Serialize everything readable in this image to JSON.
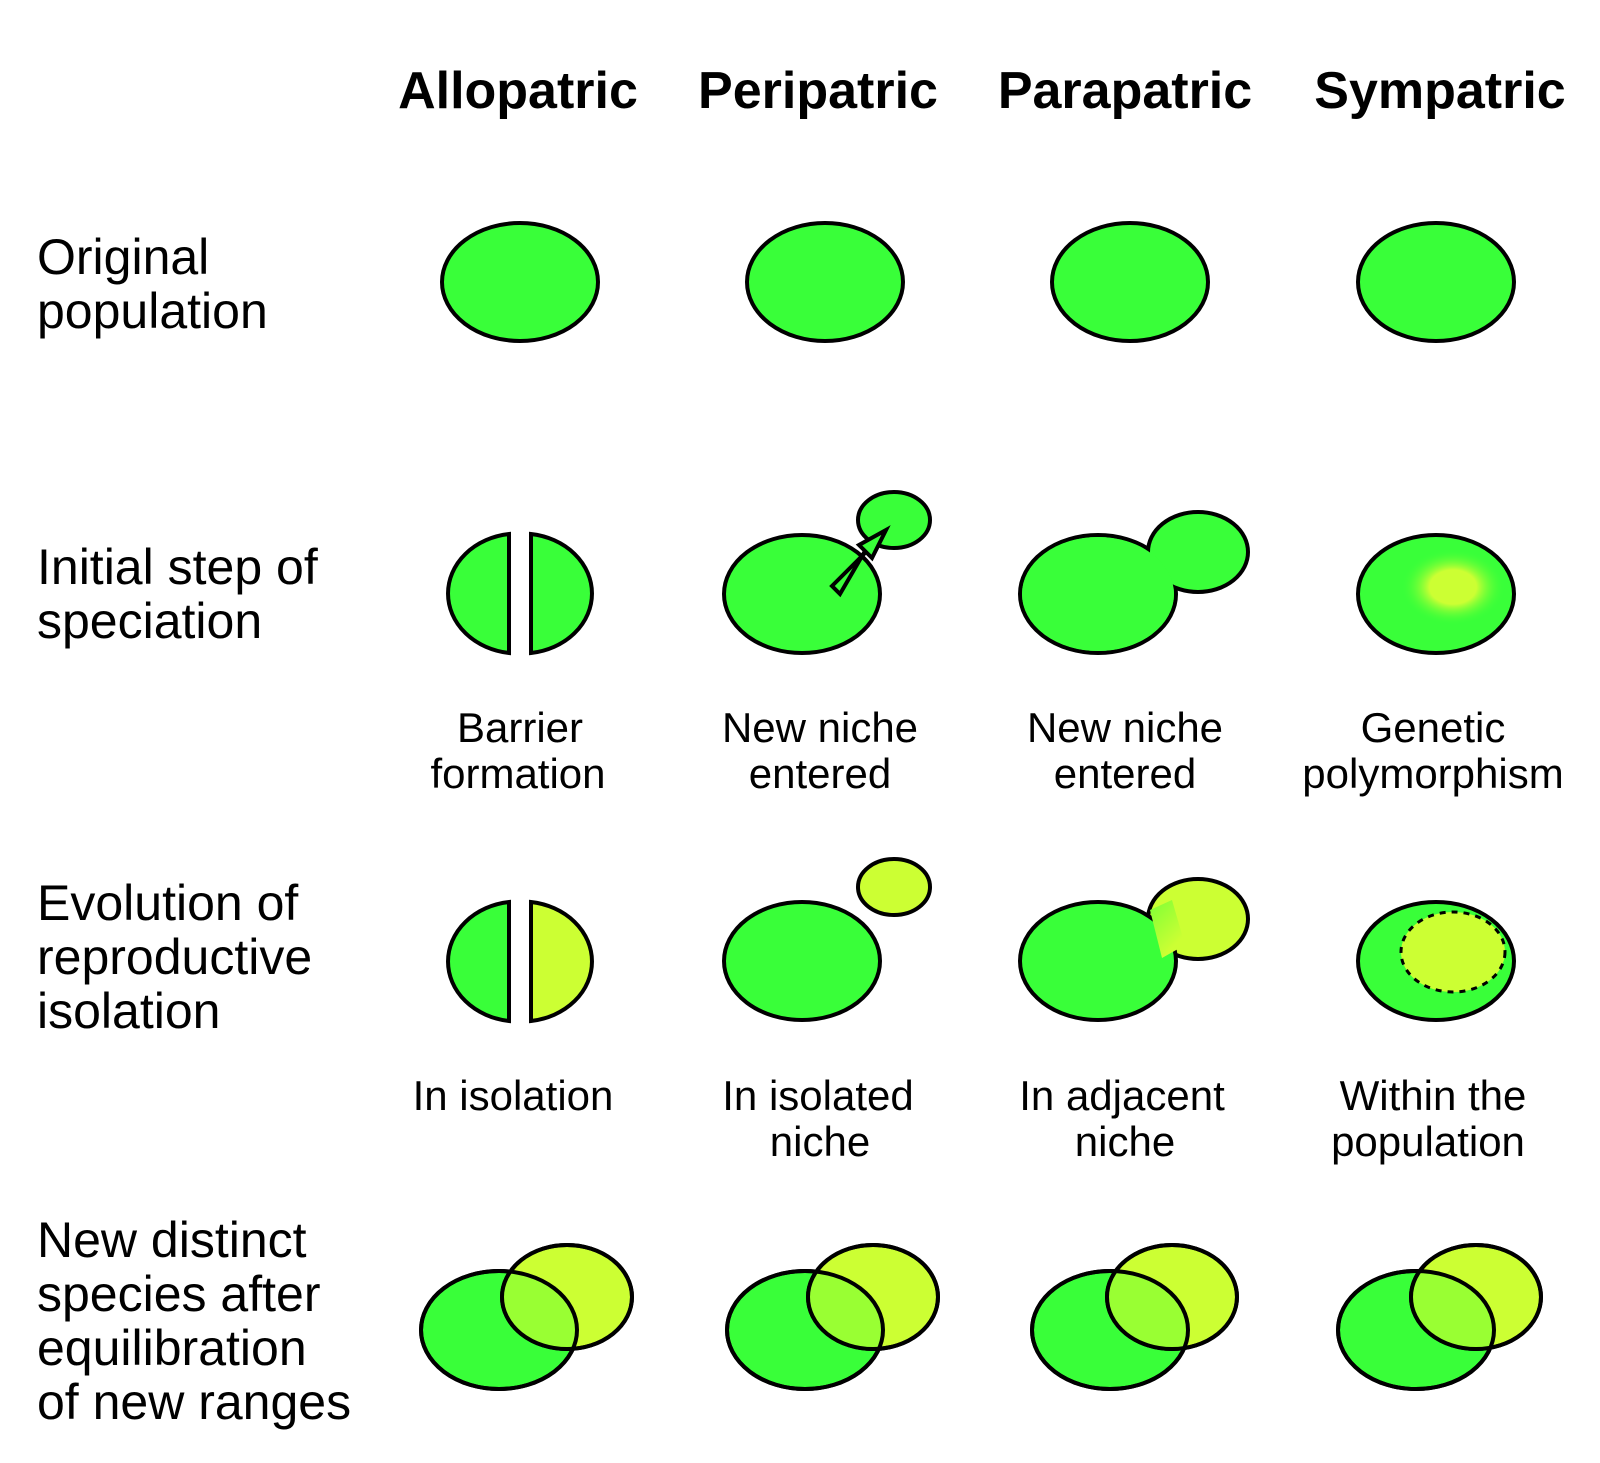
{
  "columns": [
    "Allopatric",
    "Peripatric",
    "Parapatric",
    "Sympatric"
  ],
  "rows": [
    {
      "label_lines": [
        "Original",
        "population"
      ]
    },
    {
      "label_lines": [
        "Initial step of",
        "speciation"
      ]
    },
    {
      "label_lines": [
        "Evolution of",
        "reproductive",
        "isolation"
      ]
    },
    {
      "label_lines": [
        "New distinct",
        "species after",
        "equilibration",
        "of new ranges"
      ]
    }
  ],
  "captions": {
    "initial_step": [
      [
        "Barrier",
        "formation"
      ],
      [
        "New niche",
        "entered"
      ],
      [
        "New niche",
        "entered"
      ],
      [
        "Genetic",
        "polymorphism"
      ]
    ],
    "evolution": [
      [
        "In isolation"
      ],
      [
        "In isolated",
        "niche"
      ],
      [
        "In adjacent",
        "niche"
      ],
      [
        "Within the",
        "population"
      ]
    ]
  },
  "colors": {
    "original_population": "#39ff39",
    "new_species": "#ccff33",
    "overlap": "#99ff33",
    "outline": "#000000",
    "background": "#ffffff"
  }
}
